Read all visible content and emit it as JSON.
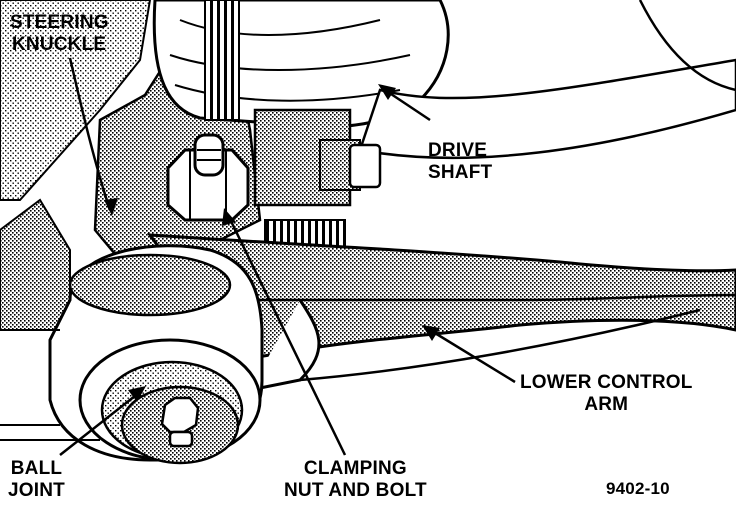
{
  "labels": {
    "steering_knuckle": [
      "STEERING",
      "KNUCKLE"
    ],
    "drive_shaft": [
      "DRIVE",
      "SHAFT"
    ],
    "lower_control_arm": [
      "LOWER CONTROL",
      "ARM"
    ],
    "ball_joint": [
      "BALL",
      "JOINT"
    ],
    "clamping_nut_and_bolt": [
      "CLAMPING",
      "NUT AND BOLT"
    ],
    "figure_number": "9402-10"
  },
  "colors": {
    "ink": "#000000",
    "paper": "#ffffff",
    "shade": "#9a9a9a"
  }
}
